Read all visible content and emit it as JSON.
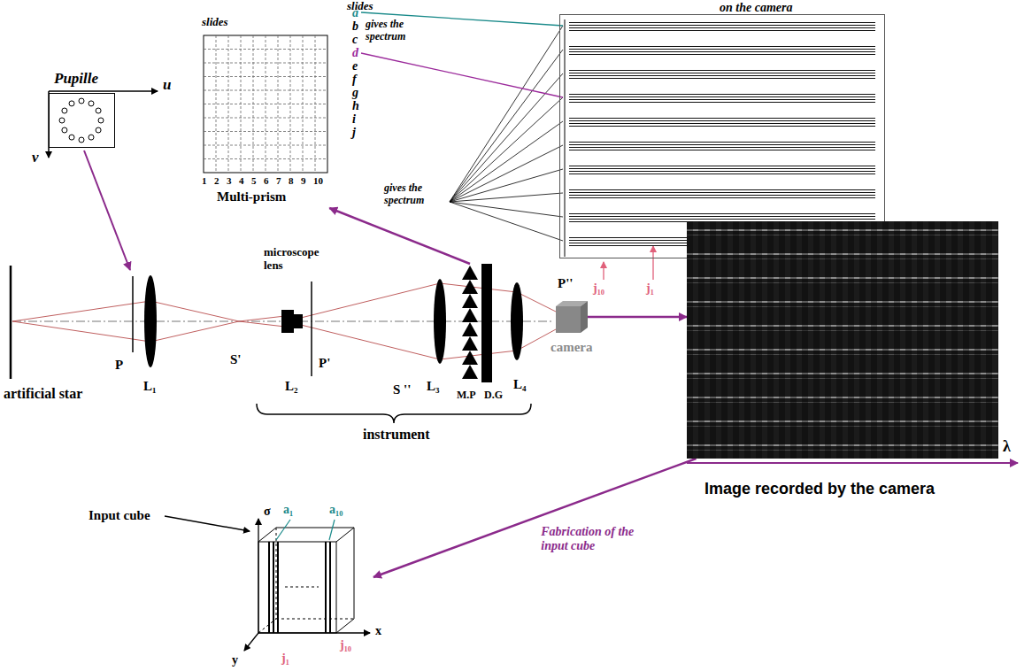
{
  "diagram": {
    "nodes": [
      {
        "text": [
          "Pupille"
        ]
      },
      {
        "text": [
          "slides",
          "Multi-prism"
        ]
      },
      {
        "text": [
          "on the camera"
        ]
      },
      {
        "text": [
          "M.P"
        ]
      },
      {
        "text": [
          "camera"
        ]
      },
      {
        "text": [
          "Image recorded by the camera"
        ]
      },
      {
        "text": [
          "Input cube"
        ]
      }
    ],
    "edges": [
      {
        "from": 3,
        "to": 1,
        "arrow": "to"
      },
      {
        "from": 4,
        "to": 5,
        "arrow": "to"
      },
      {
        "from": 5,
        "to": 6,
        "label": "Fabrication of the input cube",
        "arrow": "to"
      }
    ],
    "labels": [
      "slides",
      "a",
      "b",
      "c",
      "d",
      "e",
      "f",
      "g",
      "h",
      "i",
      "j",
      "gives the spectrum",
      "gives the spectrum",
      "1",
      "2",
      "3",
      "4",
      "5",
      "6",
      "7",
      "8",
      "9",
      "10",
      "u",
      "v",
      "P",
      "L₁",
      "S'",
      "microscope lens",
      "L₂",
      "P'",
      "L₃",
      "D.G",
      "L₄",
      "P''",
      "S ''",
      "instrument",
      "artificial star",
      "j₁₀",
      "j₁",
      "λ",
      "σ",
      "a₁",
      "a₁₀",
      "x",
      "y",
      "j₁",
      "j₁₀"
    ]
  }
}
